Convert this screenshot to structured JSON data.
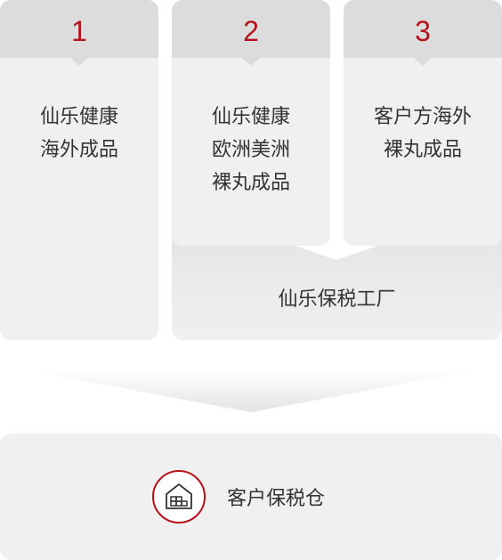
{
  "columns": [
    {
      "number": "1",
      "text": "仙乐健康\n海外成品"
    },
    {
      "number": "2",
      "text": "仙乐健康\n欧洲美洲\n裸丸成品"
    },
    {
      "number": "3",
      "text": "客户方海外\n裸丸成品"
    }
  ],
  "factory": {
    "label": "仙乐保税工厂"
  },
  "warehouse": {
    "label": "客户保税仓",
    "icon": "warehouse-icon"
  },
  "colors": {
    "accent": "#b5121b",
    "panel": "#f0f0f0",
    "header": "#dcdcdc",
    "text": "#333333"
  }
}
